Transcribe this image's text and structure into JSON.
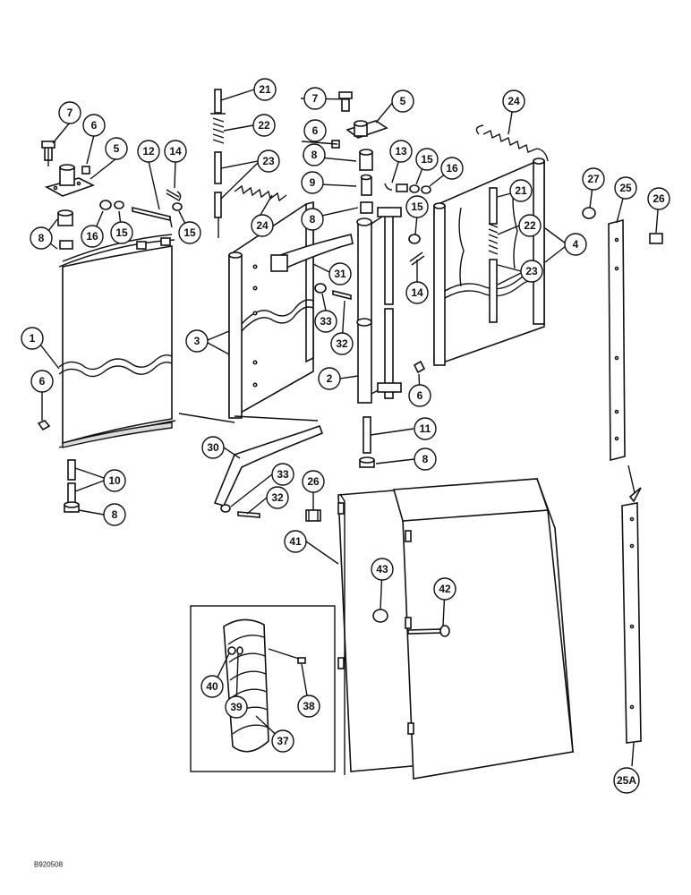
{
  "figure_id": "B920508",
  "callouts": [
    {
      "label": "7"
    },
    {
      "label": "6"
    },
    {
      "label": "5"
    },
    {
      "label": "12"
    },
    {
      "label": "14"
    },
    {
      "label": "8"
    },
    {
      "label": "16"
    },
    {
      "label": "15"
    },
    {
      "label": "15"
    },
    {
      "label": "1"
    },
    {
      "label": "6"
    },
    {
      "label": "10"
    },
    {
      "label": "8"
    },
    {
      "label": "21"
    },
    {
      "label": "22"
    },
    {
      "label": "23"
    },
    {
      "label": "24"
    },
    {
      "label": "3"
    },
    {
      "label": "31"
    },
    {
      "label": "33"
    },
    {
      "label": "32"
    },
    {
      "label": "30"
    },
    {
      "label": "33"
    },
    {
      "label": "32"
    },
    {
      "label": "26"
    },
    {
      "label": "7"
    },
    {
      "label": "5"
    },
    {
      "label": "6"
    },
    {
      "label": "8"
    },
    {
      "label": "9"
    },
    {
      "label": "8"
    },
    {
      "label": "13"
    },
    {
      "label": "15"
    },
    {
      "label": "16"
    },
    {
      "label": "15"
    },
    {
      "label": "14"
    },
    {
      "label": "2"
    },
    {
      "label": "6"
    },
    {
      "label": "11"
    },
    {
      "label": "8"
    },
    {
      "label": "24"
    },
    {
      "label": "21"
    },
    {
      "label": "22"
    },
    {
      "label": "23"
    },
    {
      "label": "4"
    },
    {
      "label": "27"
    },
    {
      "label": "25"
    },
    {
      "label": "26"
    },
    {
      "label": "25A"
    },
    {
      "label": "41"
    },
    {
      "label": "43"
    },
    {
      "label": "42"
    },
    {
      "label": "40"
    },
    {
      "label": "39"
    },
    {
      "label": "38"
    },
    {
      "label": "37"
    }
  ]
}
